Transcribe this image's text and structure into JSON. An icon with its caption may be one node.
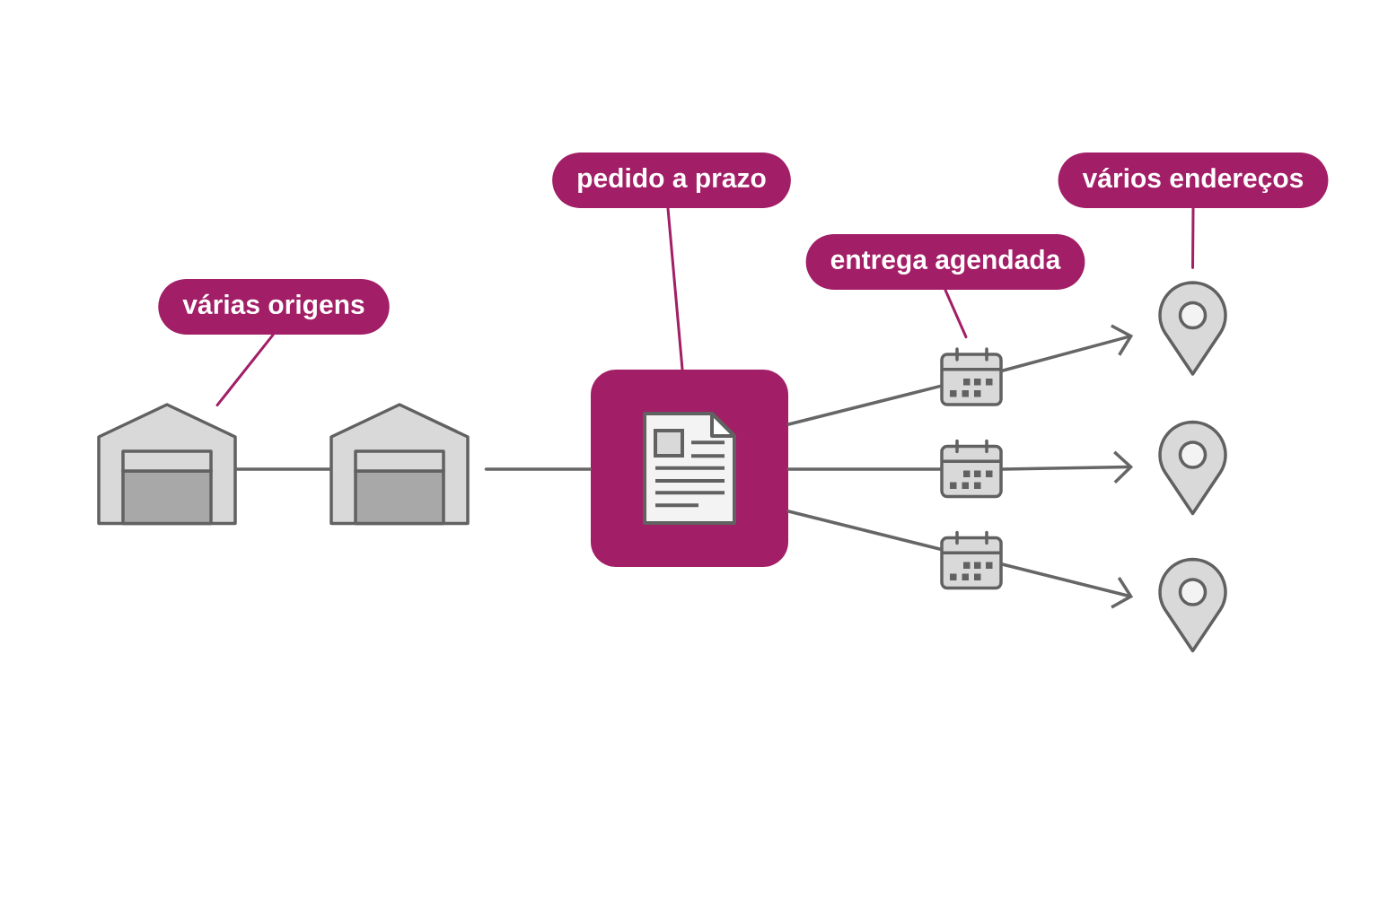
{
  "diagram": {
    "nodes": [
      {
        "text": [
          "várias origens"
        ]
      },
      {
        "text": [],
        "shape": "picture"
      },
      {
        "text": [],
        "shape": "picture"
      },
      {
        "text": [
          "pedido a prazo"
        ]
      },
      {
        "text": [],
        "shape": "box"
      },
      {
        "text": [
          "entrega agendada"
        ]
      },
      {
        "text": [],
        "shape": "picture"
      },
      {
        "text": [],
        "shape": "picture"
      },
      {
        "text": [],
        "shape": "picture"
      },
      {
        "text": [
          "vários endereços"
        ]
      },
      {
        "text": [],
        "shape": "picture"
      },
      {
        "text": [],
        "shape": "picture"
      },
      {
        "text": [],
        "shape": "picture"
      }
    ],
    "edges": [
      {
        "from": 0,
        "to": 1,
        "arrow": "none",
        "color": "#a21e66"
      },
      {
        "from": 3,
        "to": 4,
        "arrow": "none",
        "color": "#a21e66"
      },
      {
        "from": 5,
        "to": 6,
        "arrow": "none",
        "color": "#a21e66"
      },
      {
        "from": 9,
        "to": 10,
        "arrow": "none",
        "color": "#a21e66"
      },
      {
        "from": 1,
        "to": 2,
        "arrow": "none"
      },
      {
        "from": 2,
        "to": 4,
        "arrow": "none"
      },
      {
        "from": 4,
        "to": 6,
        "arrow": "none"
      },
      {
        "from": 6,
        "to": 10,
        "arrow": "to"
      },
      {
        "from": 4,
        "to": 7,
        "arrow": "none"
      },
      {
        "from": 7,
        "to": 11,
        "arrow": "to"
      },
      {
        "from": 4,
        "to": 8,
        "arrow": "none"
      },
      {
        "from": 8,
        "to": 12,
        "arrow": "to"
      }
    ]
  }
}
